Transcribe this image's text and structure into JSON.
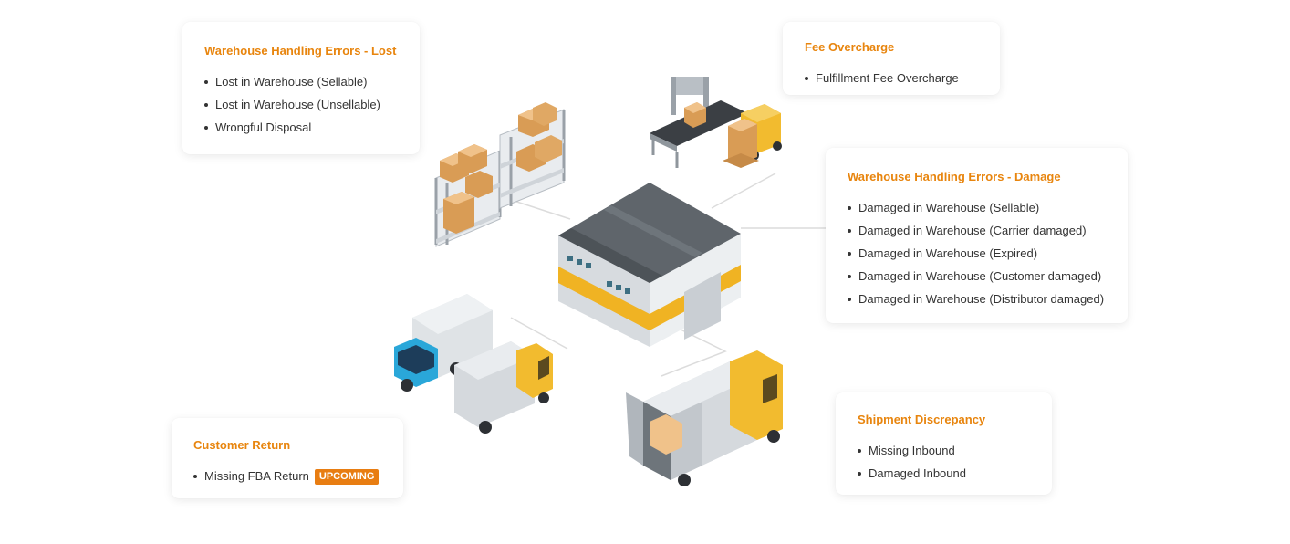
{
  "colors": {
    "accent": "#e8850e",
    "badge": "#e87d12",
    "warehouse_stripe": "#f0b323",
    "truck_cab_blue": "#2aa7d9",
    "truck_cab_yellow": "#f2bb2f"
  },
  "cards": {
    "lost": {
      "title": "Warehouse Handling Errors - Lost",
      "items": [
        "Lost in Warehouse (Sellable)",
        "Lost in Warehouse (Unsellable)",
        "Wrongful Disposal"
      ]
    },
    "fee": {
      "title": "Fee Overcharge",
      "items": [
        "Fulfillment Fee Overcharge"
      ]
    },
    "damage": {
      "title": "Warehouse Handling Errors - Damage",
      "items": [
        "Damaged in Warehouse (Sellable)",
        "Damaged in Warehouse (Carrier damaged)",
        "Damaged in Warehouse (Expired)",
        "Damaged in Warehouse (Customer damaged)",
        "Damaged in Warehouse (Distributor damaged)"
      ]
    },
    "return": {
      "title": "Customer Return",
      "items": [
        "Missing FBA Return"
      ],
      "badge": "UPCOMING"
    },
    "shipment": {
      "title": "Shipment Discrepancy",
      "items": [
        "Missing Inbound",
        "Damaged Inbound"
      ]
    }
  },
  "illustrations": [
    "shelves-illustration",
    "conveyor-forklift-illustration",
    "warehouse-building-illustration",
    "delivery-trucks-illustration",
    "unloading-truck-illustration"
  ]
}
